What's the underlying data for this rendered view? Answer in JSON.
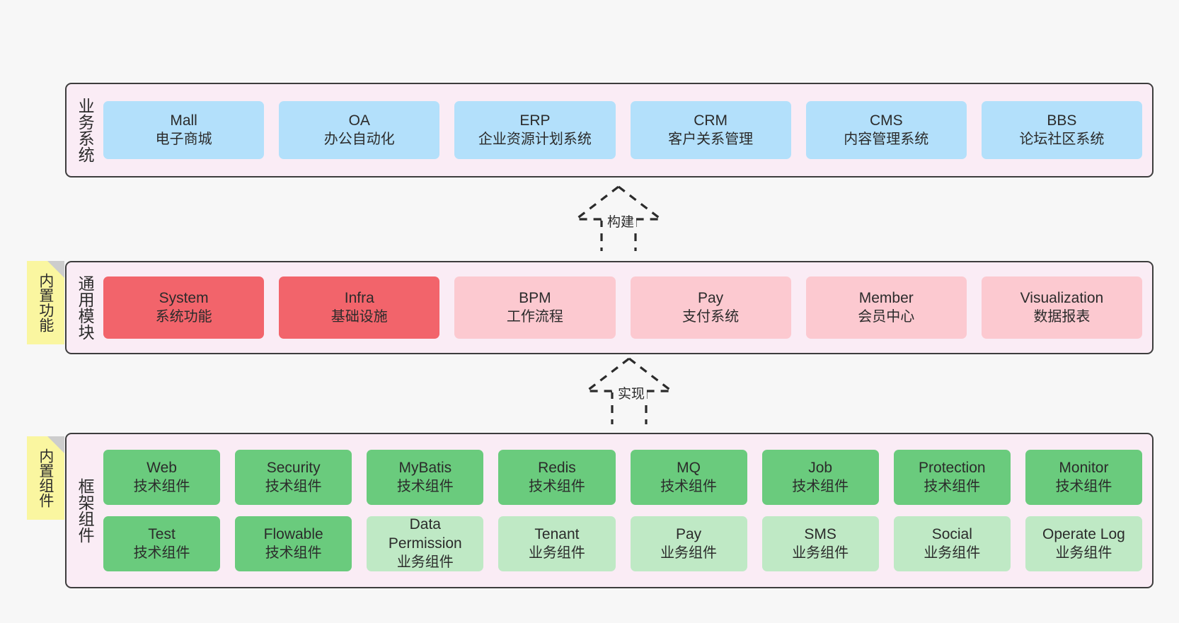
{
  "diagram": {
    "background_color": "#f7f7f7",
    "layer_fill": "#faecf5",
    "layer_border": "#3d3d3d"
  },
  "layers": [
    {
      "id": "business-system",
      "title": "业务系统",
      "node_color": "#b3e0fb",
      "nodes": [
        {
          "name": "Mall",
          "desc": "电子商城"
        },
        {
          "name": "OA",
          "desc": "办公自动化"
        },
        {
          "name": "ERP",
          "desc": "企业资源计划系统"
        },
        {
          "name": "CRM",
          "desc": "客户关系管理"
        },
        {
          "name": "CMS",
          "desc": "内容管理系统"
        },
        {
          "name": "BBS",
          "desc": "论坛社区系统"
        }
      ]
    },
    {
      "id": "common-module",
      "title": "通用模块",
      "note": "内置功能",
      "node_color_strong": "#f2646b",
      "node_color_light": "#fcc9d0",
      "nodes": [
        {
          "name": "System",
          "desc": "系统功能",
          "variant": "strong"
        },
        {
          "name": "Infra",
          "desc": "基础设施",
          "variant": "strong"
        },
        {
          "name": "BPM",
          "desc": "工作流程",
          "variant": "light"
        },
        {
          "name": "Pay",
          "desc": "支付系统",
          "variant": "light"
        },
        {
          "name": "Member",
          "desc": "会员中心",
          "variant": "light"
        },
        {
          "name": "Visualization",
          "desc": "数据报表",
          "variant": "light"
        }
      ]
    },
    {
      "id": "framework-component",
      "title": "框架组件",
      "note": "内置组件",
      "node_color_tech": "#6acb7d",
      "node_color_biz": "#bfe9c5",
      "rows": [
        [
          {
            "name": "Web",
            "desc": "技术组件",
            "variant": "tech"
          },
          {
            "name": "Security",
            "desc": "技术组件",
            "variant": "tech"
          },
          {
            "name": "MyBatis",
            "desc": "技术组件",
            "variant": "tech"
          },
          {
            "name": "Redis",
            "desc": "技术组件",
            "variant": "tech"
          },
          {
            "name": "MQ",
            "desc": "技术组件",
            "variant": "tech"
          },
          {
            "name": "Job",
            "desc": "技术组件",
            "variant": "tech"
          },
          {
            "name": "Protection",
            "desc": "技术组件",
            "variant": "tech"
          },
          {
            "name": "Monitor",
            "desc": "技术组件",
            "variant": "tech"
          }
        ],
        [
          {
            "name": "Test",
            "desc": "技术组件",
            "variant": "tech"
          },
          {
            "name": "Flowable",
            "desc": "技术组件",
            "variant": "tech"
          },
          {
            "name": "Data Permission",
            "desc": "业务组件",
            "variant": "biz"
          },
          {
            "name": "Tenant",
            "desc": "业务组件",
            "variant": "biz"
          },
          {
            "name": "Pay",
            "desc": "业务组件",
            "variant": "biz"
          },
          {
            "name": "SMS",
            "desc": "业务组件",
            "variant": "biz"
          },
          {
            "name": "Social",
            "desc": "业务组件",
            "variant": "biz"
          },
          {
            "name": "Operate Log",
            "desc": "业务组件",
            "variant": "biz"
          }
        ]
      ]
    }
  ],
  "arrows": [
    {
      "id": "build",
      "label": "构建",
      "style": "dashed-generalization",
      "direction": "up"
    },
    {
      "id": "implement",
      "label": "实现",
      "style": "dashed-generalization",
      "direction": "up"
    }
  ]
}
